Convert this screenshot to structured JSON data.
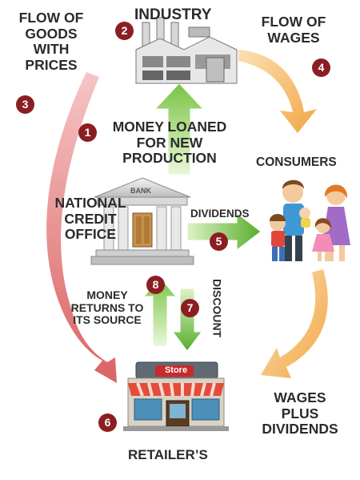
{
  "labels": {
    "industry": "INDUSTRY",
    "flow_of_goods": [
      "FLOW OF",
      "GOODS",
      "WITH",
      "PRICES"
    ],
    "flow_of_wages": [
      "FLOW OF",
      "WAGES"
    ],
    "money_loaned": [
      "MONEY LOANED",
      "FOR NEW",
      "PRODUCTION"
    ],
    "consumers": "CONSUMERS",
    "national_credit_office": [
      "NATIONAL",
      "CREDIT",
      "OFFICE"
    ],
    "bank_sign": "BANK",
    "dividends": "DIVIDENDS",
    "money_returns": [
      "MONEY",
      "RETURNS TO",
      "ITS SOURCE"
    ],
    "discount": "DISCOUNT",
    "store_sign": "Store",
    "wages_plus_dividends": [
      "WAGES",
      "PLUS",
      "DIVIDENDS"
    ],
    "retailers": "RETAILER’S"
  },
  "step_numbers": {
    "s1": "1",
    "s2": "2",
    "s3": "3",
    "s4": "4",
    "s5": "5",
    "s6": "6",
    "s7": "7",
    "s8": "8"
  },
  "colors": {
    "badge": "#8b1e22",
    "goods_arrow": "#e07a7a",
    "wage_arrow": "#f5b85a",
    "green_arrow": "#6fbf3a",
    "label_text": "#2b2b2b"
  }
}
